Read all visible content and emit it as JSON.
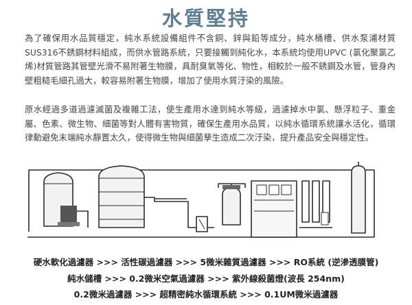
{
  "title": "水質堅持",
  "paragraphs": [
    "為了確保用水品質穩定，純水系統設備組件不含銅、鋅與鉛等成分，純水桶槽、供水泵浦材質SUS316不銹鋼材料組成，而供水管路系統，只要接觸到純化水，本系統均使用UPVC (氯化聚氯乙烯)材質管路其管壁光滑不易附著生物膜，具耐臭氧等化、物性，相較於一般不銹鋼及水管，管身內壁粗糙毛細孔過大，較容易附著生物膜，增加了使用水質汙染的風險。",
    "原水經過多道過濾滅菌及複雜工法，使生產用水達到純水等級，過濾掉水中氯、懸浮粒子、重金屬、色素、微生物、細菌等對人體有害物質，確保生產用水品質，以純水循環系統讓水活化，循環律動避免末端純水靜置太久，使得微生物與細菌孳生造成二次汙染，提升產品安全與穩定性。"
  ],
  "process_lines": [
    "硬水軟化過濾器 >>> 活性碳過濾器 >>> 5微米雜質過濾器 >>> RO系統 (逆滲透膜管)",
    "純水儲槽 >>> 0.2微米空氣過濾器 >>> 紫外線殺菌燈(波長 254nm)",
    "0.2微米過濾器 >>> 超精密純水循環系統 >>> 0.1UM微米過濾器"
  ],
  "colors": {
    "title": "#5a7f95",
    "pipe": "#2b2b2b",
    "tank_fill": "#f2f2f2",
    "pump": "#555555"
  }
}
